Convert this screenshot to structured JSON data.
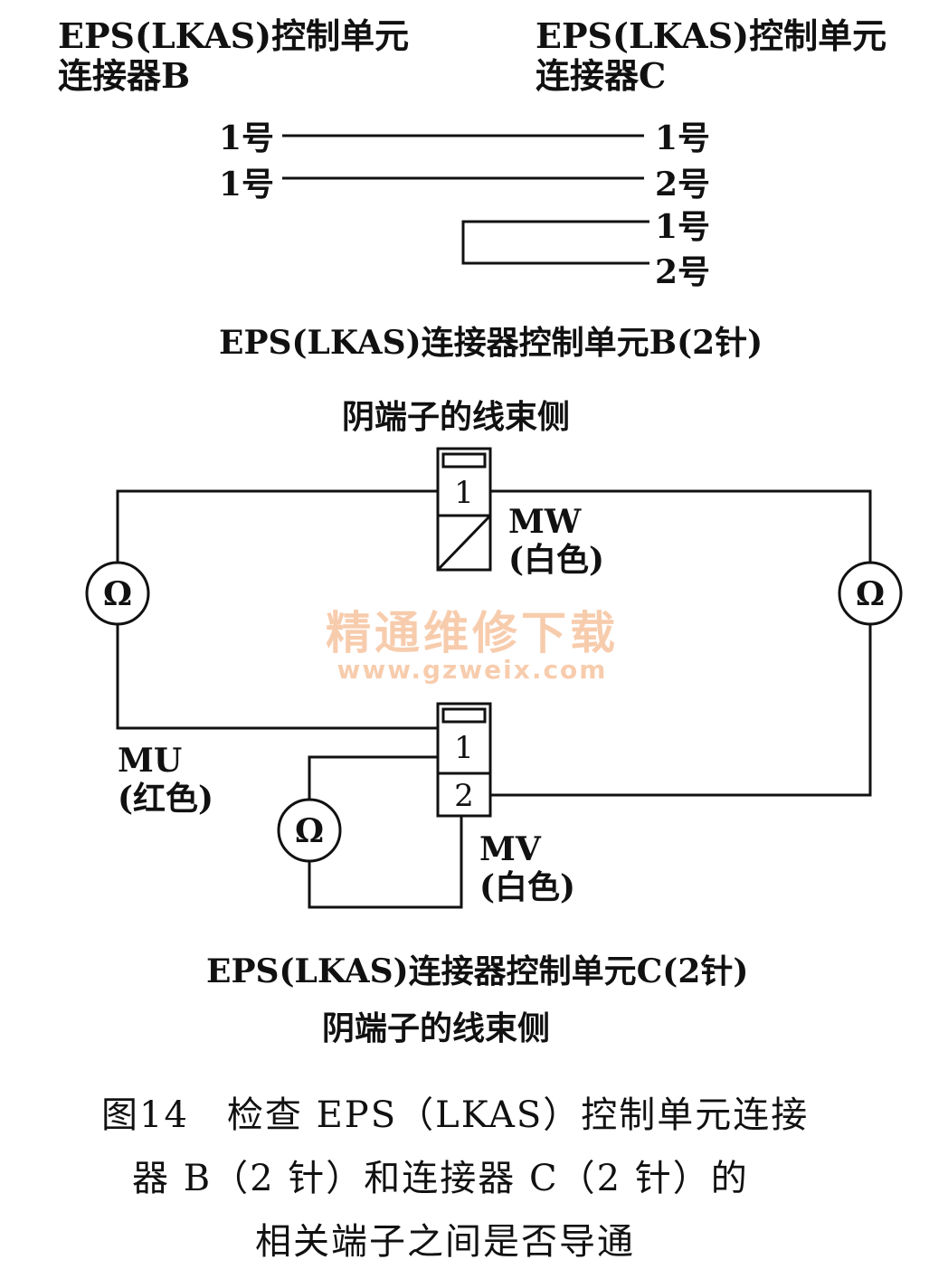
{
  "connector_b_header": {
    "line1": "EPS(LKAS)控制单元",
    "line2": "连接器B"
  },
  "connector_c_header": {
    "line1": "EPS(LKAS)控制单元",
    "line2": "连接器C"
  },
  "mapping": {
    "left_pins": [
      "1号",
      "1号"
    ],
    "right_pins": [
      "1号",
      "2号",
      "1号",
      "2号"
    ]
  },
  "diagram_b": {
    "title": "EPS(LKAS)连接器控制单元B(2针)",
    "subtitle": "阴端子的线束侧"
  },
  "diagram_c": {
    "title": "EPS(LKAS)连接器控制单元C(2针)",
    "subtitle": "阴端子的线束侧"
  },
  "terminals": {
    "b_pin1": "1",
    "c_pin1": "1",
    "c_pin2": "2"
  },
  "wires": {
    "mw": {
      "code": "MW",
      "color": "(白色)"
    },
    "mu": {
      "code": "MU",
      "color": "(红色)"
    },
    "mv": {
      "code": "MV",
      "color": "(白色)"
    }
  },
  "meter_symbol": "Ω",
  "watermark": {
    "title": "精通维修下载",
    "url": "www.gzweix.com",
    "color": "#f2a36b"
  },
  "caption": {
    "line1": "图14　检查 EPS（LKAS）控制单元连接",
    "line2": "器 B（2 针）和连接器 C（2 针）的",
    "line3": "相关端子之间是否导通"
  }
}
